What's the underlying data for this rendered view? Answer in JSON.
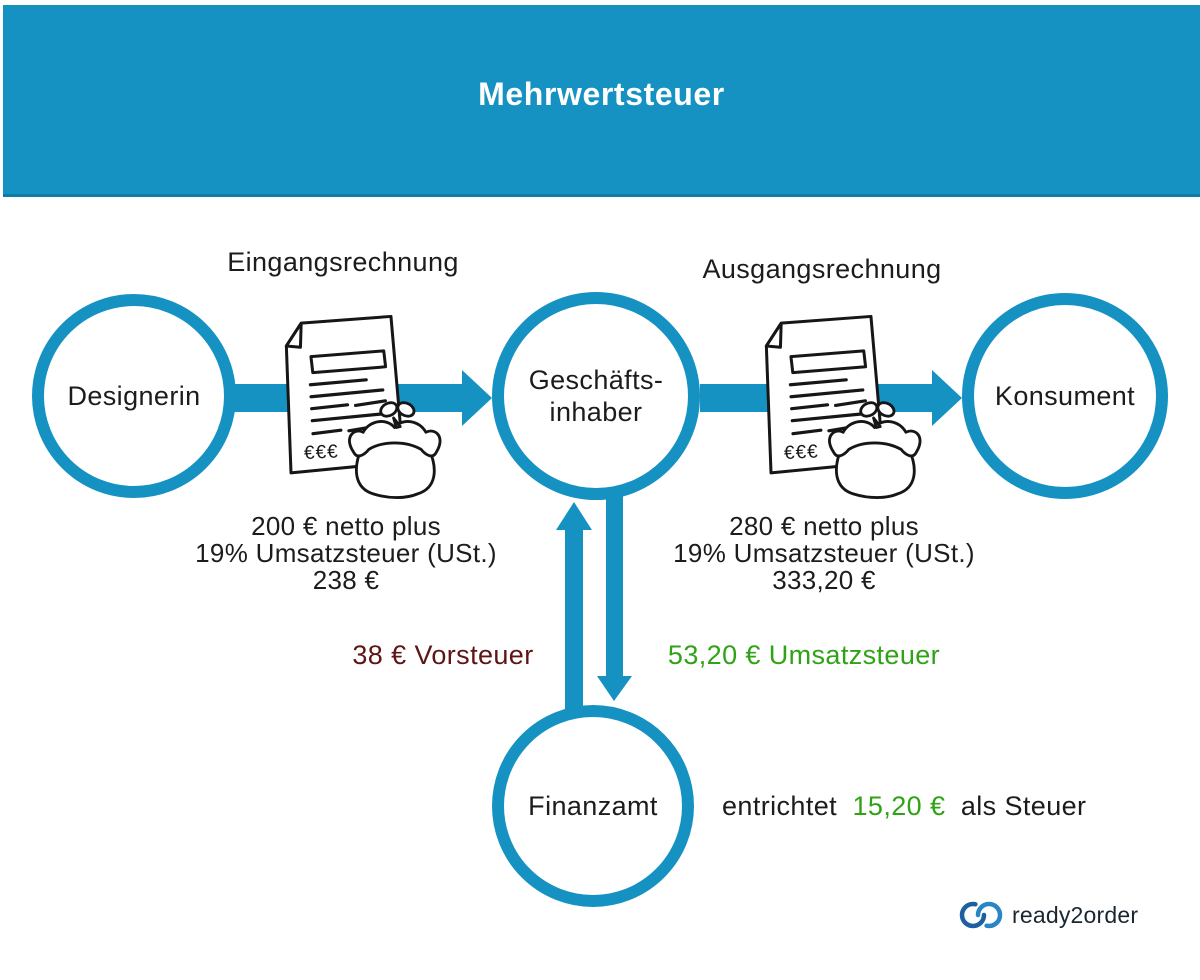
{
  "title": "Mehrwertsteuer",
  "colors": {
    "accent_blue": "#1592c2",
    "text_ink": "#1c1c1c",
    "input_tax_red": "#5e1515",
    "output_tax_green": "#2fa315",
    "banner_text": "#ffffff",
    "logo_blue_dark": "#1d5f9f",
    "logo_blue_light": "#2886c6"
  },
  "nodes": {
    "designer": "Designerin",
    "business_owner": "Geschäfts-\ninhaber",
    "consumer": "Konsument",
    "tax_office": "Finanzamt"
  },
  "invoice_labels": {
    "incoming": "Eingangsrechnung",
    "outgoing": "Ausgangsrechnung"
  },
  "icon": {
    "currency_marks": "€€€"
  },
  "amounts": {
    "purchase": {
      "line1": "200 € netto plus",
      "line2": "19% Umsatzsteuer (USt.)",
      "line3": "238 €"
    },
    "sale": {
      "line1": "280 € netto plus",
      "line2": "19% Umsatzsteuer (USt.)",
      "line3": "333,20 €"
    }
  },
  "tax_flows": {
    "input_tax": "38 € Vorsteuer",
    "output_tax": "53,20 € Umsatzsteuer"
  },
  "tax_note": {
    "prefix": "entrichtet",
    "amount": "15,20 €",
    "suffix": "als Steuer"
  },
  "logo": {
    "brand": "ready2order"
  }
}
